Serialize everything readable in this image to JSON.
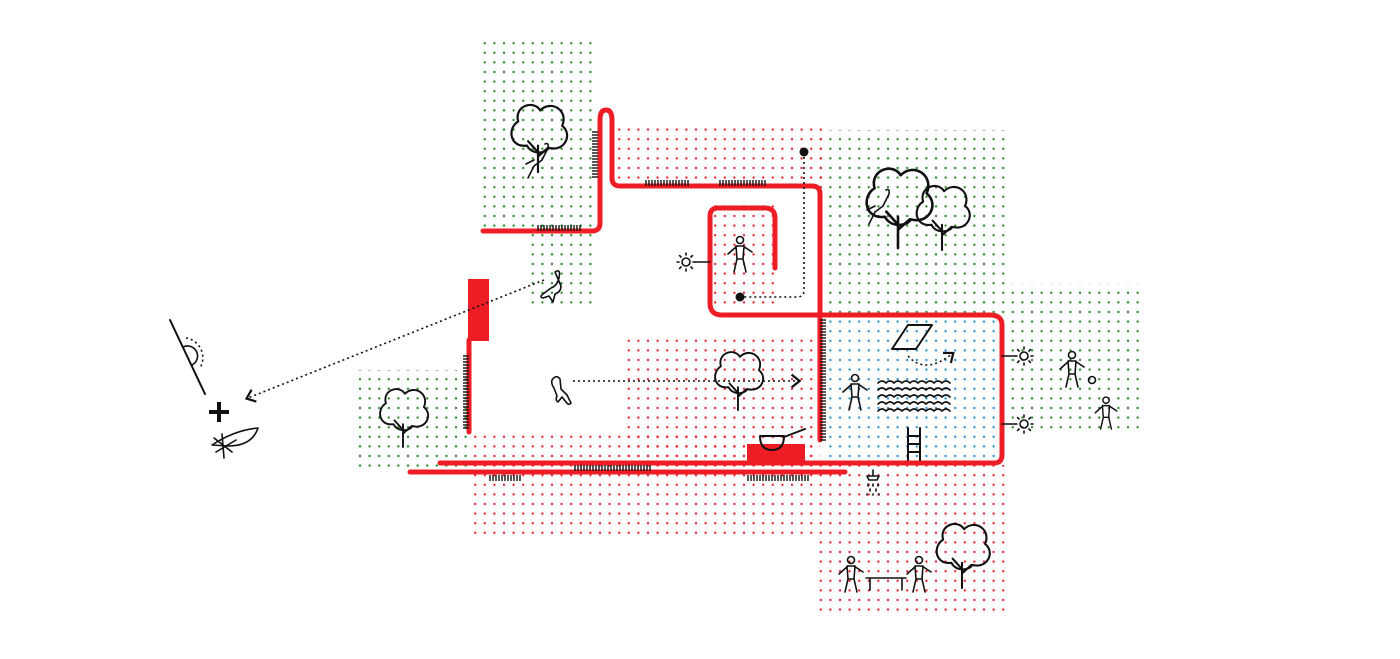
{
  "palette": {
    "wall": "#ee1c25",
    "red_dots": "#ee1c25",
    "green_dots": "#1e8a1e",
    "blue_dots": "#1f8fd6",
    "ink": "#111111",
    "background": "#ffffff"
  },
  "zones": [
    {
      "name": "north-garden",
      "kind": "planted-ground",
      "dot_color": "green"
    },
    {
      "name": "courtyard",
      "kind": "paved-ground",
      "dot_color": "red"
    },
    {
      "name": "east-lawn",
      "kind": "planted-ground",
      "dot_color": "green"
    },
    {
      "name": "pool",
      "kind": "water",
      "dot_color": "blue"
    },
    {
      "name": "south-terrace",
      "kind": "paved-ground",
      "dot_color": "red"
    },
    {
      "name": "west-garden",
      "kind": "planted-ground",
      "dot_color": "green"
    }
  ],
  "icons": [
    "tree-icon",
    "person-icon",
    "sun-icon",
    "diving-board-icon",
    "water-waves-icon",
    "ladder-icon",
    "shower-icon",
    "basin-icon",
    "bench-icon",
    "view-angle-icon",
    "cross-icon",
    "plant-icon",
    "ball-icon"
  ]
}
